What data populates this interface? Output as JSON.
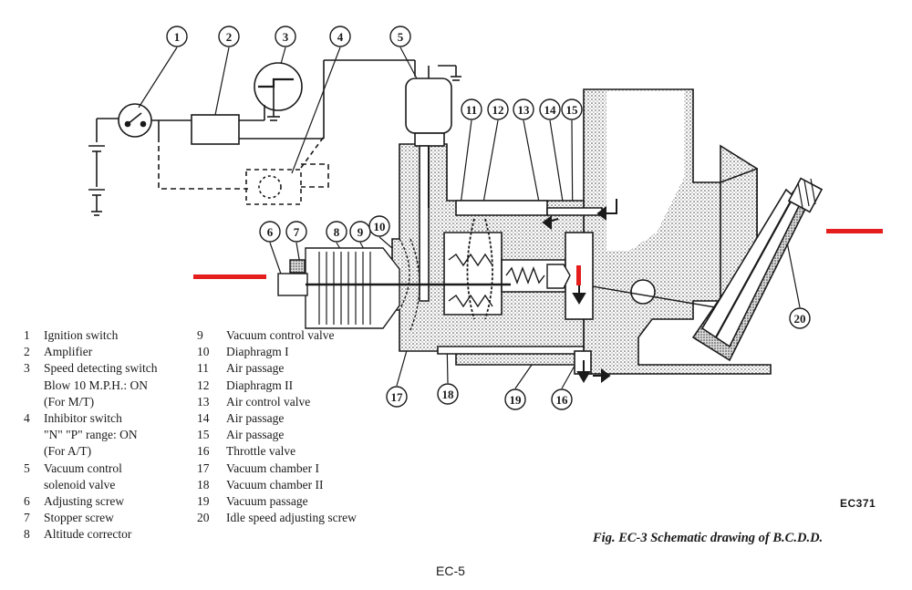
{
  "legend_left": [
    {
      "num": "1",
      "lines": [
        "Ignition switch"
      ]
    },
    {
      "num": "2",
      "lines": [
        "Amplifier"
      ]
    },
    {
      "num": "3",
      "lines": [
        "Speed detecting switch",
        "Blow 10 M.P.H.:  ON",
        "(For M/T)"
      ]
    },
    {
      "num": "4",
      "lines": [
        "Inhibitor switch",
        "\"N\" \"P\" range:  ON",
        "(For A/T)"
      ]
    },
    {
      "num": "5",
      "lines": [
        "Vacuum control",
        "solenoid valve"
      ]
    },
    {
      "num": "6",
      "lines": [
        "Adjusting screw"
      ]
    },
    {
      "num": "7",
      "lines": [
        "Stopper screw"
      ]
    },
    {
      "num": "8",
      "lines": [
        "Altitude corrector"
      ]
    }
  ],
  "legend_right": [
    {
      "num": "9",
      "label": "Vacuum control valve"
    },
    {
      "num": "10",
      "label": "Diaphragm I"
    },
    {
      "num": "11",
      "label": "Air passage"
    },
    {
      "num": "12",
      "label": "Diaphragm II"
    },
    {
      "num": "13",
      "label": "Air control valve"
    },
    {
      "num": "14",
      "label": "Air passage"
    },
    {
      "num": "15",
      "label": "Air passage"
    },
    {
      "num": "16",
      "label": "Throttle valve"
    },
    {
      "num": "17",
      "label": "Vacuum chamber I"
    },
    {
      "num": "18",
      "label": "Vacuum chamber II"
    },
    {
      "num": "19",
      "label": "Vacuum passage"
    },
    {
      "num": "20",
      "label": "Idle speed adjusting screw"
    }
  ],
  "callouts": [
    "1",
    "2",
    "3",
    "4",
    "5",
    "6",
    "7",
    "8",
    "9",
    "10",
    "11",
    "12",
    "13",
    "14",
    "15",
    "16",
    "17",
    "18",
    "19",
    "20"
  ],
  "figure_code": "EC371",
  "caption": "Fig. EC-3  Schematic drawing of B.C.D.D.",
  "page_number": "EC-5",
  "colors": {
    "ink": "#1a1a1a",
    "marker": "#e41d1d",
    "stipple": "#555555"
  }
}
